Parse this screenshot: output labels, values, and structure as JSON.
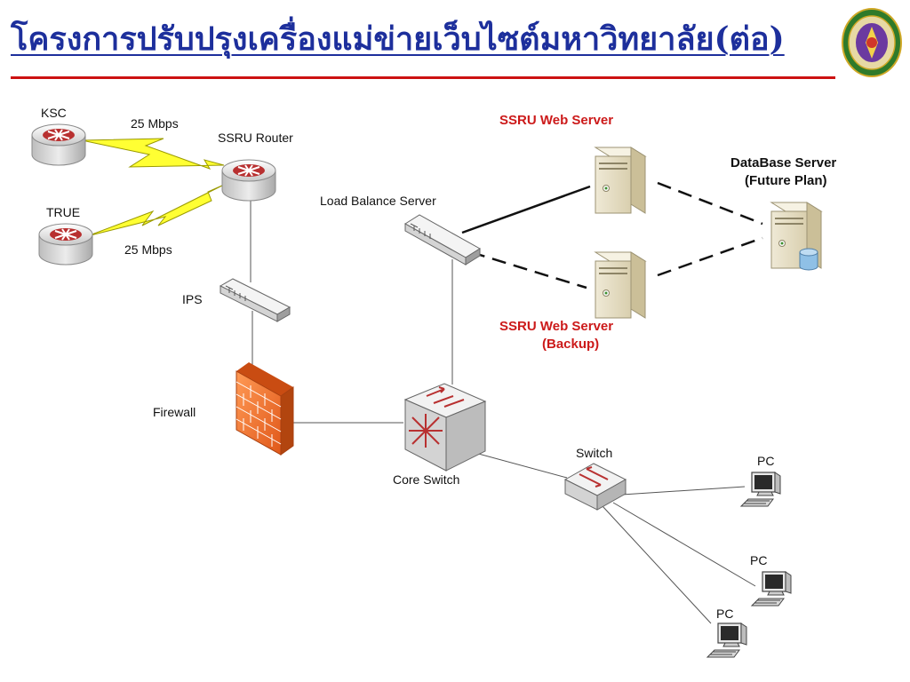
{
  "slide": {
    "title": "โครงการปรับปรุงเครื่องแม่ข่ายเว็บไซต์มหาวิทยาลัย(ต่อ)"
  },
  "colors": {
    "title": "#1d2f9c",
    "rule": "#cc1111",
    "server_label": "#cc1a1a",
    "bolt": "#ffff33"
  },
  "nodes": {
    "ksc": "KSC",
    "true": "TRUE",
    "router": "SSRU Router",
    "ips": "IPS",
    "firewall": "Firewall",
    "load_balancer": "Load Balance Server",
    "core_switch": "Core Switch",
    "web_server": "SSRU Web Server",
    "web_backup_line1": "SSRU Web Server",
    "web_backup_line2": "(Backup)",
    "db_line1": "DataBase Server",
    "db_line2": "(Future Plan)",
    "switch": "Switch",
    "pc1": "PC",
    "pc2": "PC",
    "pc3": "PC"
  },
  "links": {
    "ksc_speed": "25 Mbps",
    "true_speed": "25 Mbps"
  }
}
